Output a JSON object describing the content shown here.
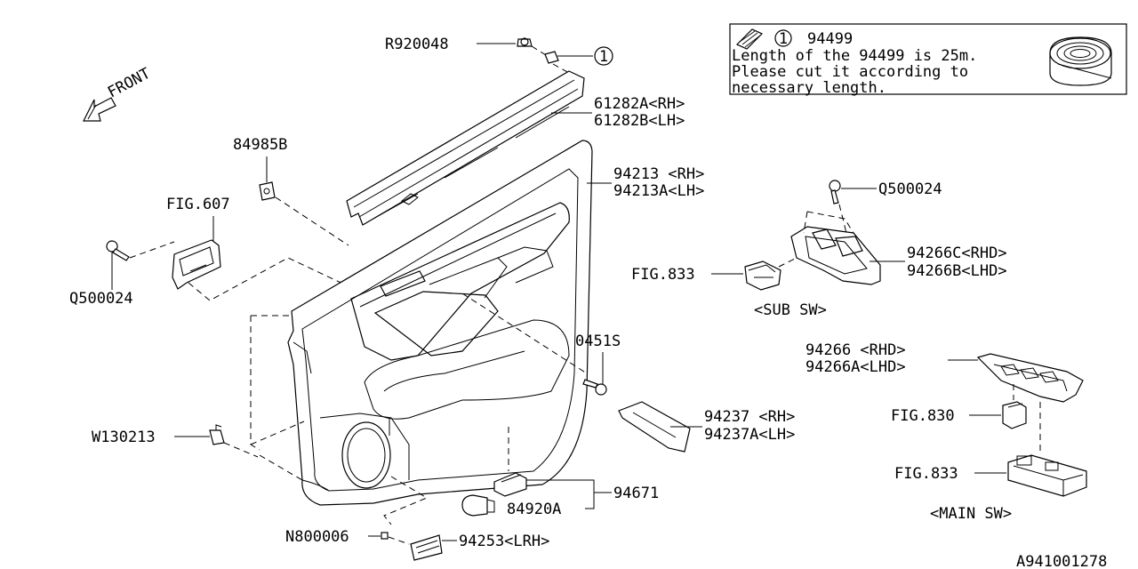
{
  "labels": {
    "r920048": "R920048",
    "callout_1": "1",
    "p61282a": "61282A<RH>",
    "p61282b": "61282B<LH>",
    "front": "FRONT",
    "p84985b": "84985B",
    "fig607": "FIG.607",
    "q500024_left": "Q500024",
    "p94213": "94213 <RH>",
    "p94213a": "94213A<LH>",
    "q500024_right": "Q500024",
    "p94266c": "94266C<RHD>",
    "p94266b": "94266B<LHD>",
    "fig833_sub": "FIG.833",
    "sub_sw": "<SUB SW>",
    "p0451s": "0451S",
    "p94266": "94266 <RHD>",
    "p94266a": "94266A<LHD>",
    "fig830": "FIG.830",
    "p94237": "94237 <RH>",
    "p94237a": "94237A<LH>",
    "w130213": "W130213",
    "fig833_main": "FIG.833",
    "main_sw": "<MAIN SW>",
    "p94671": "94671",
    "p84920a": "84920A",
    "n800006": "N800006",
    "p94253": "94253<LRH>",
    "diagram_id": "A941001278"
  },
  "note_box": {
    "callout": "1",
    "part": "94499",
    "line1": "Length of the 94499 is 25m.",
    "line2": "Please cut it according to",
    "line3": "necessary length."
  }
}
